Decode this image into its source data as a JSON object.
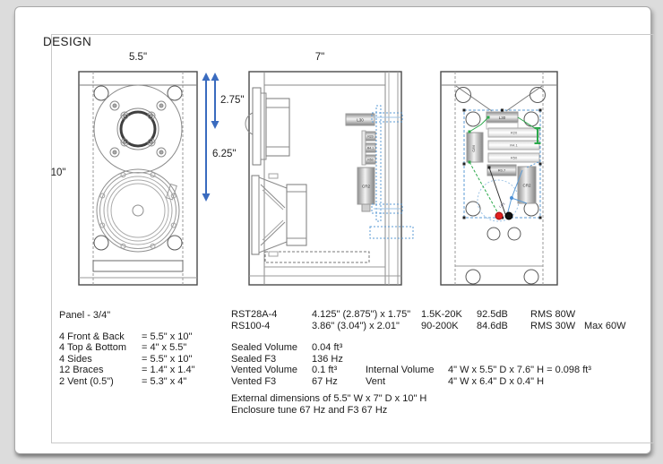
{
  "page": {
    "title": "DESIGN"
  },
  "dimensions": {
    "front_width": "5.5\"",
    "depth": "7\"",
    "height": "10\"",
    "tweeter_offset": "2.75\"",
    "woofer_offset": "6.25\""
  },
  "components": {
    "inductor": "L30",
    "cap_left": "C/M",
    "r1": "R20",
    "r2": "R4.1",
    "r3": "R50",
    "r4": "R0.7",
    "cap_right": "CR2",
    "wire_label": "L4.5"
  },
  "panel_specs": {
    "title": "Panel - 3/4\"",
    "rows": [
      {
        "label": "4 Front & Back",
        "value": "= 5.5\" x 10\""
      },
      {
        "label": "4 Top & Bottom",
        "value": "= 4\" x 5.5\""
      },
      {
        "label": "4 Sides",
        "value": "= 5.5\" x 10\""
      },
      {
        "label": "12 Braces",
        "value": "= 1.4\" x 1.4\""
      },
      {
        "label": "2 Vent (0.5\")",
        "value": "= 5.3\" x 4\""
      }
    ]
  },
  "drivers": [
    {
      "model": "RST28A-4",
      "size": "4.125\" (2.875\") x 1.75\"",
      "range": "1.5K-20K",
      "sensitivity": "92.5dB",
      "power": "RMS 80W",
      "max": ""
    },
    {
      "model": "RS100-4",
      "size": "3.86\" (3.04\") x 2.01\"",
      "range": "90-200K",
      "sensitivity": "84.6dB",
      "power": "RMS 30W",
      "max": "Max 60W"
    }
  ],
  "volumes": [
    {
      "label": "Sealed Volume",
      "value": "0.04 ft³",
      "extra_label": "",
      "extra_value": ""
    },
    {
      "label": "Sealed F3",
      "value": "136 Hz",
      "extra_label": "",
      "extra_value": ""
    },
    {
      "label": "Vented Volume",
      "value": "0.1 ft³",
      "extra_label": "Internal Volume",
      "extra_value": "4\" W x 5.5\" D x 7.6\" H = 0.098 ft³"
    },
    {
      "label": "Vented F3",
      "value": "67 Hz",
      "extra_label": "Vent",
      "extra_value": "4\" W x 6.4\" D x 0.4\" H"
    }
  ],
  "footer": {
    "line1": "External dimensions of 5.5\" W x 7\" D x 10\" H",
    "line2": "Enclosure tune 67 Hz and F3 67 Hz"
  },
  "colors": {
    "dimension_blue": "#3a6bbf",
    "selection_blue": "#5b9bd5",
    "wire_green": "#2aa84a",
    "terminal_red": "#e02020",
    "terminal_black": "#111111"
  }
}
